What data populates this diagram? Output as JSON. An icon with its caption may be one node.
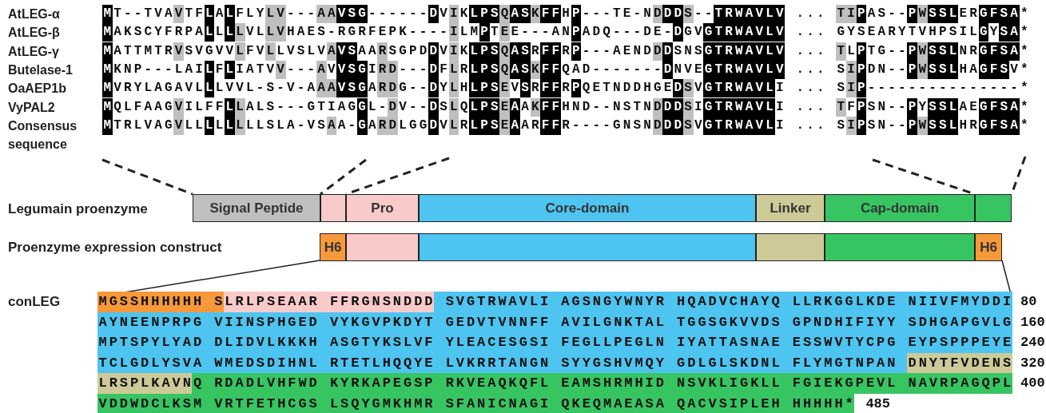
{
  "diagram": {
    "nodes": [
      {
        "text": [
          "Signal Peptide"
        ]
      },
      {
        "text": [],
        "shape": "box"
      },
      {
        "text": [
          "Pro"
        ]
      },
      {
        "text": [
          "Core-domain"
        ]
      },
      {
        "text": [
          "Linker"
        ]
      },
      {
        "text": [
          "Cap-domain"
        ]
      },
      {
        "text": [],
        "shape": "box"
      },
      {
        "text": [
          "H6"
        ]
      },
      {
        "text": [],
        "shape": "box"
      },
      {
        "text": [],
        "shape": "box"
      },
      {
        "text": [],
        "shape": "box"
      },
      {
        "text": [],
        "shape": "box"
      },
      {
        "text": [
          "H6"
        ]
      }
    ],
    "edges": [],
    "labels": [
      "AtLEG-α",
      "MT--TVAVTFLALFLYLV---AAVSG------DVIKLPSQASKFFHP---TE-NDDDS--TRWAVLV ... TIPAS--PWSSLERGFSA*",
      "AtLEG-β",
      "MAKSCYFRPALLLLVLLVHAES-RGRFEPK----ILMPTEE---ANPADQ---DE-DGVGTRWAVLV ... GYSEARYTVHPSILGYSA*",
      "AtLEG-γ",
      "MATTMTRVSVGVVLFVLLVSLVAVSAARSGPDDVIKLPSQASRFFRP---AENDDDSNSGTRWAVLV ... TLPTG--PWSSLNRGFSA*",
      "Butelase-1",
      "MKNP---LAILFLIATVV---AVVSGIRD---DFLRLPSQASKFFQAD-------DNVEGTRWAVLV ... SIPDN--PWSSLHAGFSV*",
      "OaAEP1b",
      "MVRYLAGAVLLLVVL-S-V-AAAVSGARDG--DYLHLPSEVSRFFRPQETNDDHGEDSVGTRWAVLI ... SIP---------------*",
      "VyPAL2",
      "MQLFAAGVILFFLLALS---GTIAGGL-DV--DSLQLPSEAAKFFHND--NSTNDDDSIGTRWAVLI ... TFPSN--PYSSLAEGFSA*",
      "Consensus sequence",
      "MTRLVAGVLLLLLLLLSLA-VSAA-GARDLGGDVLRLPSEAARFFR----GNSNDDDSVGTRWAVLI ... SIPSN--PWSSLHRGFSA*",
      "Legumain proenzyme",
      "Proenzyme expression construct",
      "conLEG",
      "MGSSHHHHHH SLRLPSEAAR FFRGNSNDDD SVGTRWAVLI AGSNGYWNYR HQADVCHAYQ LLRKGGLKDE NIIVFMYDDI",
      "AYNEENPRPG VIINSPHGED VYKGVPKDYT GEDVTVNNFF AVILGNKTAL TGGSGKVVDS GPNDHIFIYY SDHGAPGVLG",
      "MPTSPYLYAD DLIDVLKKKH ASGTYKSLVF YLEACESGSI FEGLLPEGLN IYATTASNAE ESSWVTYCPG EYPSPPPEYE",
      "TCLGDLYSVA WMEDSDIHNL RTETLHQQYE LVKRRTANGN SYYGSHVMQY GDLGLSKDNL FLYMGTNPAN DNYTFVDENS",
      "LRSPLKAVNQ RDADLVHFWD KYRKAPEGSP RKVEAQKQFL EAMSHRMHID NSVKLIGKLL FGIEKGPEVL NAVRPAGQPL",
      "VDDWDCLKSM VRTFETHCGS LSQYGMKHMR SFANICNAGI QKEQMAEASA QACVSIPLEH HHHHH*",
      "80",
      "160",
      "240",
      "320",
      "400",
      "485"
    ]
  }
}
